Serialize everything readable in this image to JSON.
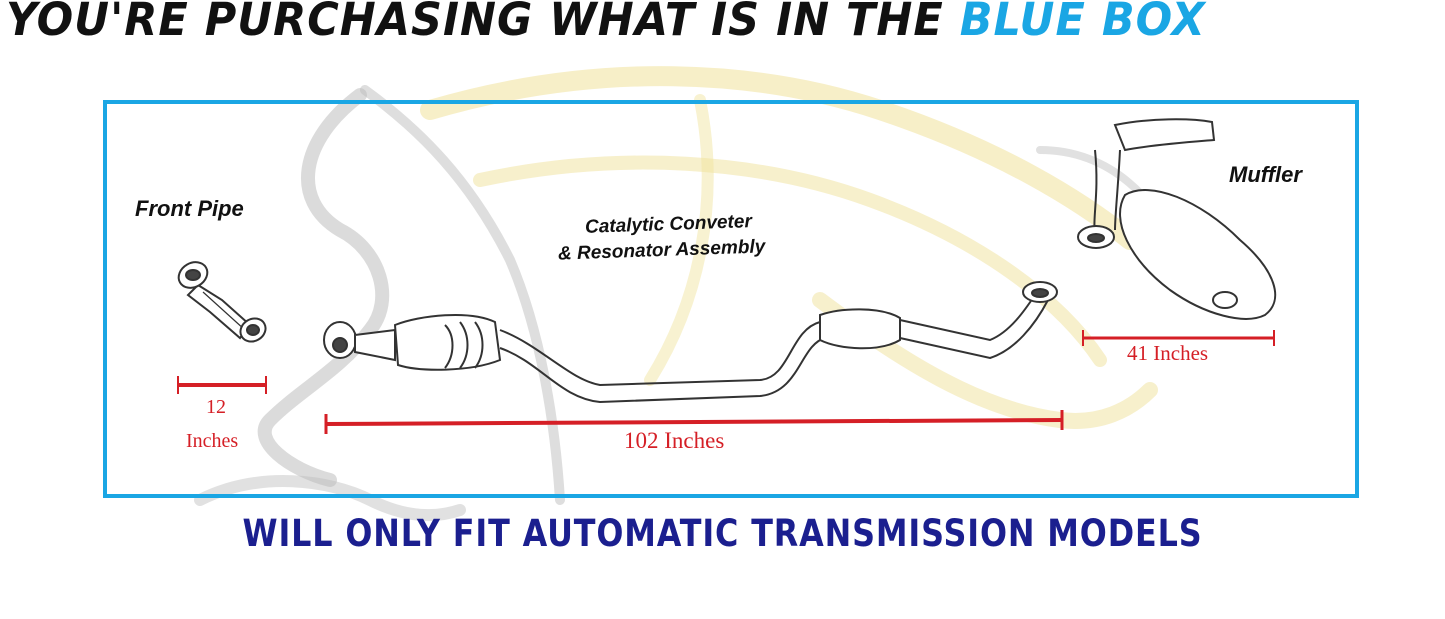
{
  "header": {
    "prefix": "YOU'RE PURCHASING WHAT IS IN THE ",
    "highlight": "BLUE BOX"
  },
  "parts": {
    "front_pipe": "Front Pipe",
    "catalytic_line1": "Catalytic Conveter",
    "catalytic_line2": "& Resonator Assembly",
    "muffler": "Muffler"
  },
  "dimensions": {
    "front_pipe_value": "12",
    "front_pipe_unit": "Inches",
    "catalytic": "102 Inches",
    "muffler": "41 Inches"
  },
  "footer": {
    "notice": "WILL ONLY FIT AUTOMATIC TRANSMISSION MODELS"
  },
  "colors": {
    "box_border": "#1aa6e4",
    "dimension": "#d51f26",
    "footer_text": "#1b1f8f",
    "watermark_gray": "#b3b3b3",
    "watermark_yellow": "#f3e7a6"
  }
}
